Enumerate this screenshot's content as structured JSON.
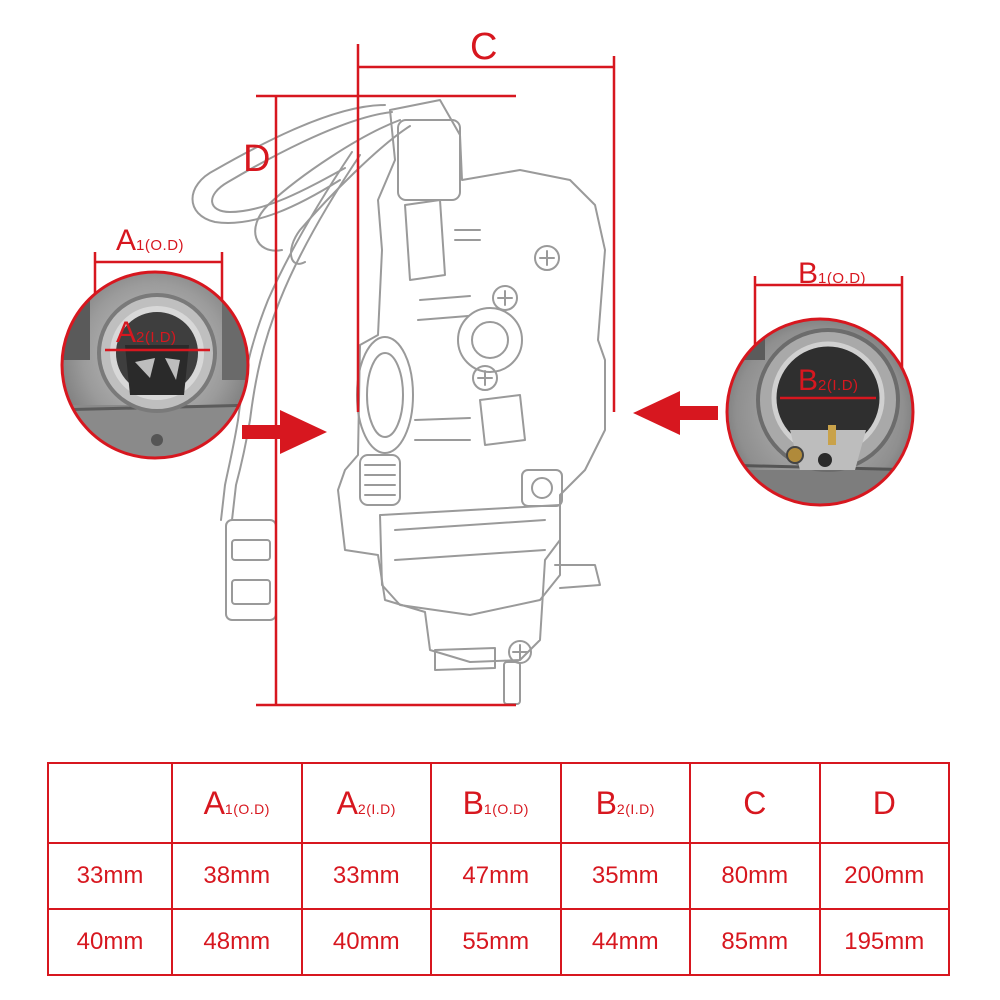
{
  "labels": {
    "c": "C",
    "d": "D",
    "a1": {
      "main": "A",
      "sub": "1(O.D)"
    },
    "a2": {
      "main": "A",
      "sub": "2(I.D)"
    },
    "b1": {
      "main": "B",
      "sub": "1(O.D)"
    },
    "b2": {
      "main": "B",
      "sub": "2(I.D)"
    }
  },
  "colors": {
    "accent": "#d7171f",
    "sketch": "#9a9a9a",
    "metal": "#6e6e6e"
  },
  "table": {
    "headers": [
      {
        "main": "A",
        "sub": "1(O.D)"
      },
      {
        "main": "A",
        "sub": "2(I.D)"
      },
      {
        "main": "B",
        "sub": "1(O.D)"
      },
      {
        "main": "B",
        "sub": "2(I.D)"
      },
      {
        "main": "C",
        "sub": ""
      },
      {
        "main": "D",
        "sub": ""
      }
    ],
    "rows": [
      {
        "label": "33mm",
        "values": [
          "38mm",
          "33mm",
          "47mm",
          "35mm",
          "80mm",
          "200mm"
        ]
      },
      {
        "label": "40mm",
        "values": [
          "48mm",
          "40mm",
          "55mm",
          "44mm",
          "85mm",
          "195mm"
        ]
      }
    ]
  }
}
